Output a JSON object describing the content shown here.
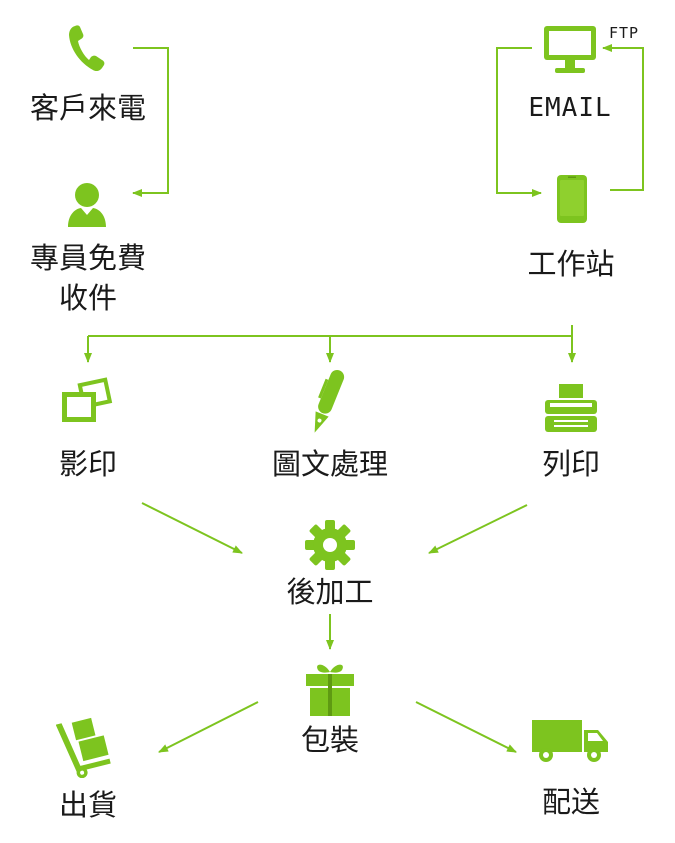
{
  "accent_color": "#7dc41f",
  "nodes": {
    "customer_call": "客戶來電",
    "staff_pickup_line1": "專員免費",
    "staff_pickup_line2": "收件",
    "email": "EMAIL",
    "ftp": "FTP",
    "workstation": "工作站",
    "copy": "影印",
    "graphics": "圖文處理",
    "print": "列印",
    "post_processing": "後加工",
    "packaging": "包裝",
    "shipping": "出貨",
    "delivery": "配送"
  },
  "icons": {
    "customer_call": "phone-icon",
    "staff_pickup": "person-icon",
    "email": "monitor-icon",
    "workstation": "tablet-icon",
    "copy": "photos-icon",
    "graphics": "pen-icon",
    "print": "printer-icon",
    "post_processing": "gear-icon",
    "packaging": "gift-icon",
    "shipping": "hand-truck-icon",
    "delivery": "truck-icon"
  }
}
